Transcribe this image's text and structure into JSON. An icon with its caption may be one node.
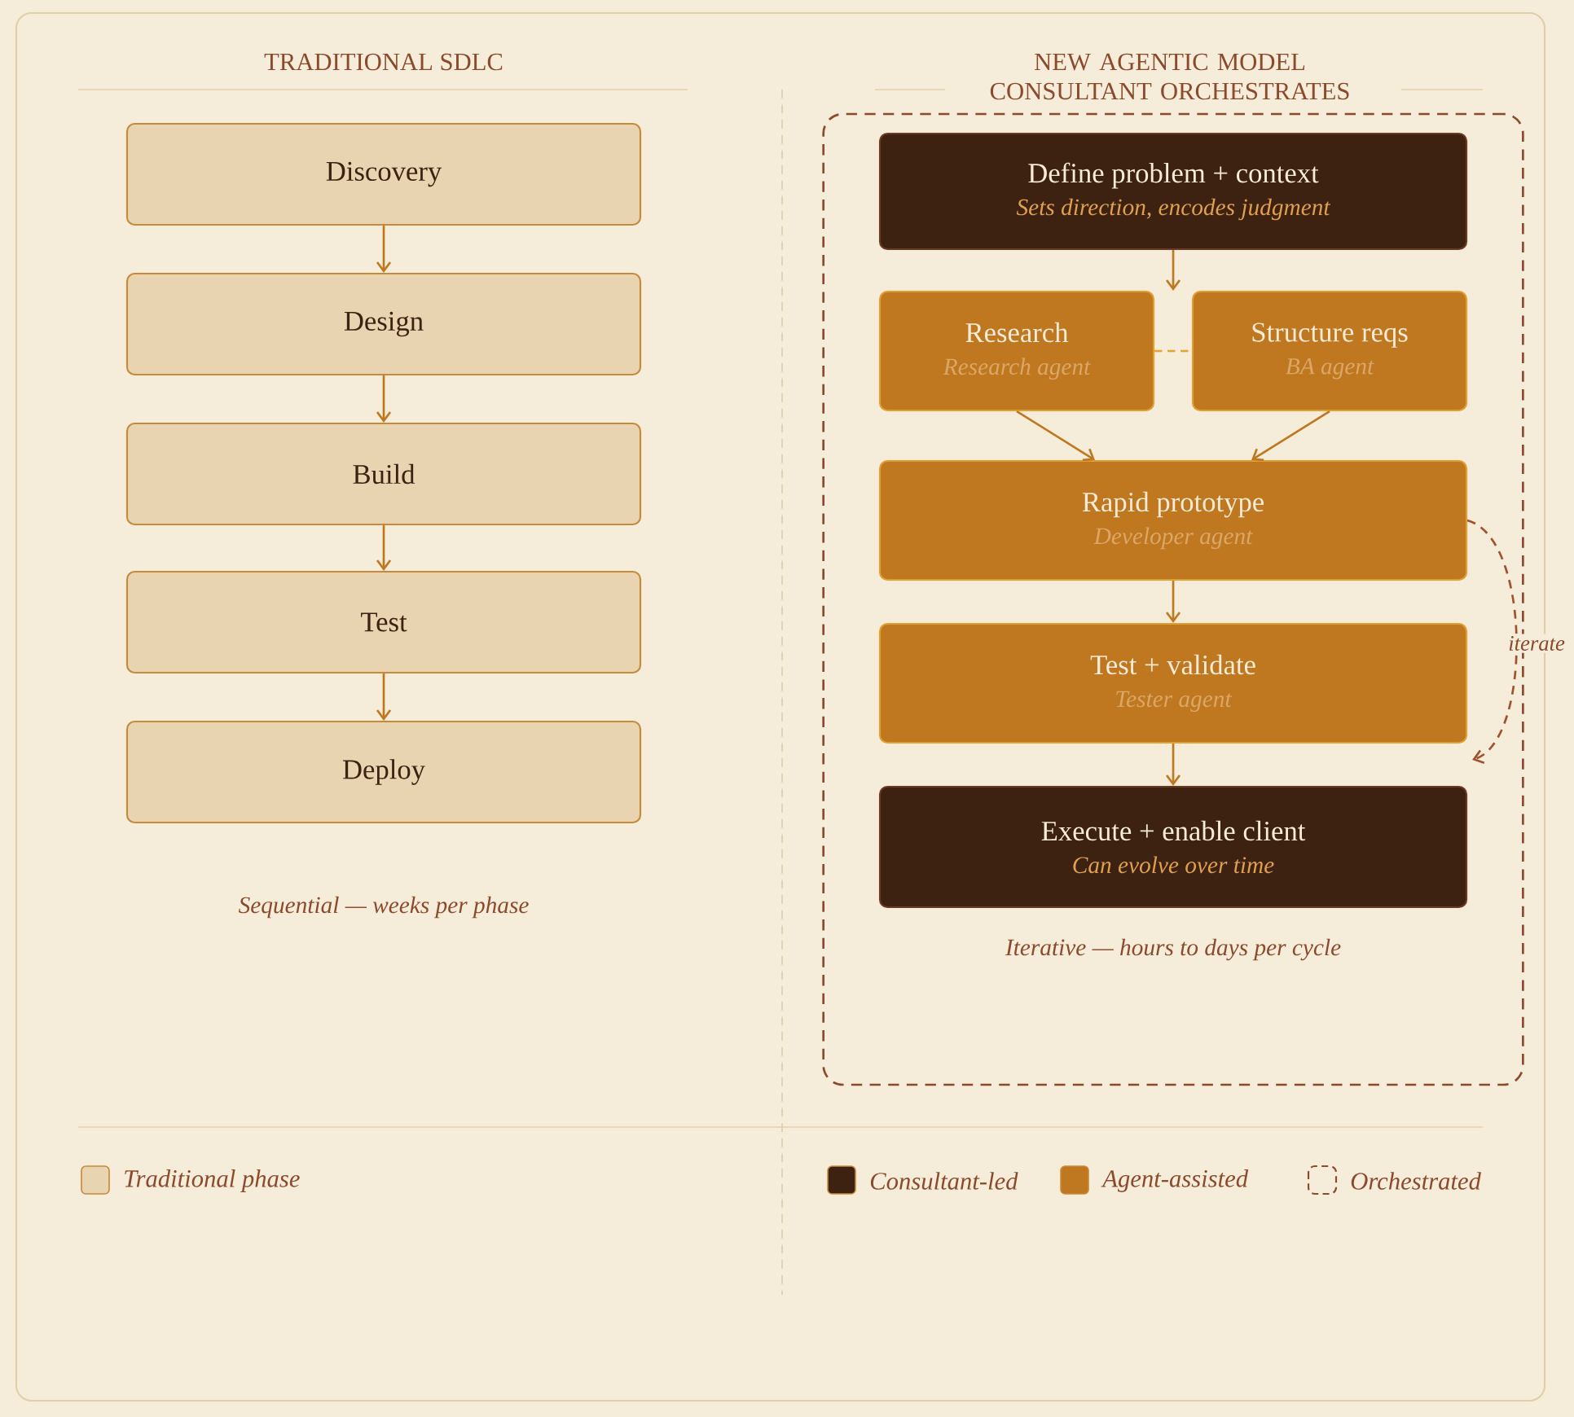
{
  "diagram": {
    "nodes": [
      {
        "text": [
          "Discovery"
        ]
      },
      {
        "text": [
          "Design"
        ]
      },
      {
        "text": [
          "Build"
        ]
      },
      {
        "text": [
          "Test"
        ]
      },
      {
        "text": [
          "Deploy"
        ]
      },
      {
        "text": [
          "NEW AGENTIC MODEL CONSULTANT ORCHESTRATES"
        ]
      },
      {
        "text": [
          "Define problem + context",
          "Sets direction, encodes judgment"
        ],
        "in": 5
      },
      {
        "text": [
          "Research",
          "Research agent"
        ],
        "in": 5
      },
      {
        "text": [
          "Structure reqs",
          "BA agent"
        ],
        "in": 5
      },
      {
        "text": [
          "Rapid prototype",
          "Developer agent"
        ],
        "in": 5
      },
      {
        "text": [
          "Test + validate",
          "Tester agent"
        ],
        "in": 5
      },
      {
        "text": [
          "Execute + enable client",
          "Can evolve over time"
        ],
        "in": 5
      }
    ],
    "edges": [
      {
        "from": 0,
        "to": 1,
        "arrow": "to"
      },
      {
        "from": 1,
        "to": 2,
        "arrow": "to"
      },
      {
        "from": 2,
        "to": 3,
        "arrow": "to"
      },
      {
        "from": 3,
        "to": 4,
        "arrow": "to"
      },
      {
        "from": 6,
        "to": 7,
        "arrow": "to"
      },
      {
        "from": 6,
        "to": 8,
        "arrow": "to"
      },
      {
        "from": 7,
        "to": 8,
        "arrow": "none",
        "style": "dashed",
        "color": "#e8a030"
      },
      {
        "from": 7,
        "to": 9,
        "arrow": "to"
      },
      {
        "from": 8,
        "to": 9,
        "arrow": "to"
      },
      {
        "from": 9,
        "to": 10,
        "arrow": "to"
      },
      {
        "from": 10,
        "to": 11,
        "arrow": "to"
      },
      {
        "from": 9,
        "to": 10,
        "arrow": "to",
        "label": "iterate",
        "style": "dashed",
        "color": "#a0522d"
      }
    ],
    "labels": [
      "TRADITIONAL SDLC",
      "Sequential — weeks per phase",
      "Iterative — hours to days per cycle"
    ],
    "legend": [
      {
        "text": "Traditional phase",
        "color": "#e8d4b0"
      },
      {
        "text": "Consultant-led",
        "color": "#3d2212"
      },
      {
        "text": "Agent-assisted",
        "color": "#c07820"
      },
      {
        "text": "Orchestrated"
      }
    ]
  }
}
